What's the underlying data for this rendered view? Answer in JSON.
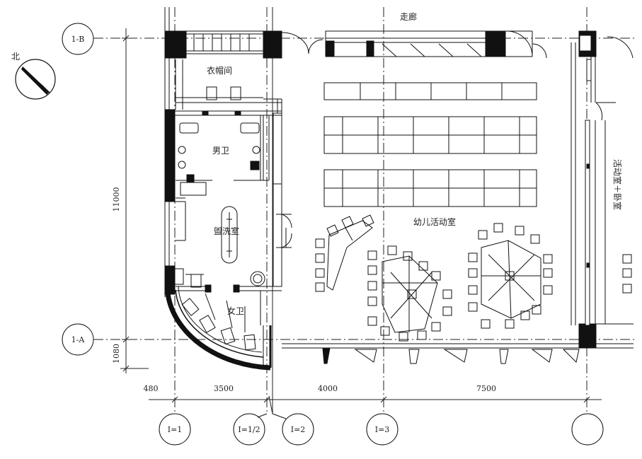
{
  "north": {
    "label": "北"
  },
  "grid_rows": [
    {
      "id": "row-1b",
      "label": "1-B"
    },
    {
      "id": "row-1a",
      "label": "1-A"
    }
  ],
  "grid_cols": [
    {
      "id": "col-i1",
      "label": "I=1"
    },
    {
      "id": "col-i1-2",
      "label": "I=1/2"
    },
    {
      "id": "col-i2",
      "label": "I=2"
    },
    {
      "id": "col-i3",
      "label": "I=3"
    },
    {
      "id": "col-blank",
      "label": ""
    }
  ],
  "rooms": {
    "corridor": "走廊",
    "cloakroom": "衣帽间",
    "mens_wc": "男卫",
    "washroom": "盥洗室",
    "womens_wc": "女卫",
    "activity_room": "幼儿活动室",
    "activity_bedroom": "活动室＋卧室"
  },
  "dimensions": {
    "vertical_main": "11000",
    "vertical_small": "1080",
    "horizontal": [
      "480",
      "3500",
      "4000",
      "7500"
    ]
  }
}
